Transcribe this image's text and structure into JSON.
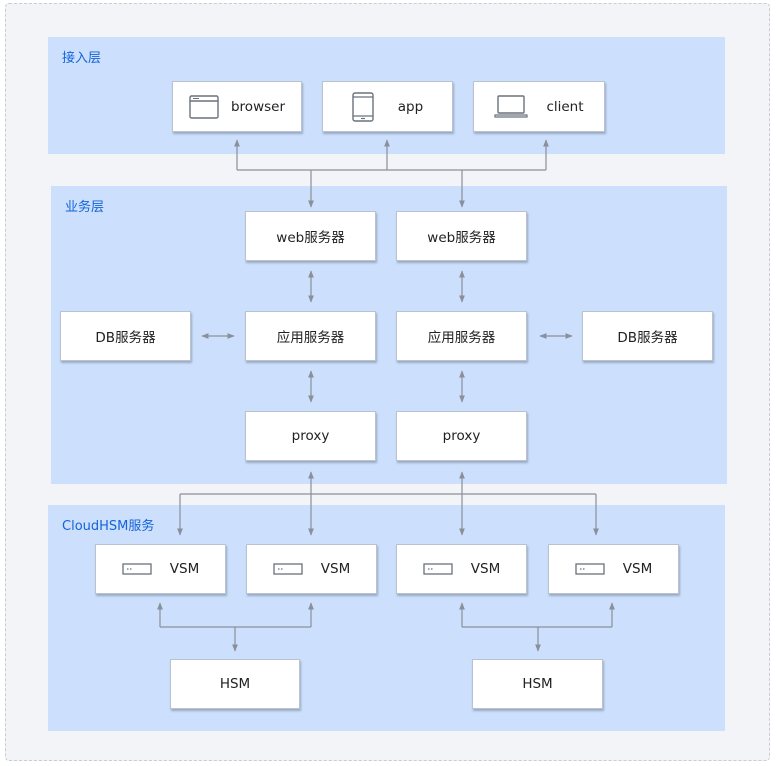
{
  "layers": {
    "access": "接入层",
    "business": "业务层",
    "cloudhsm": "CloudHSM服务"
  },
  "clients": {
    "browser": {
      "label": "browser",
      "icon": "browser-window-icon"
    },
    "app": {
      "label": "app",
      "icon": "mobile-phone-icon"
    },
    "client": {
      "label": "client",
      "icon": "laptop-icon"
    }
  },
  "business": {
    "web_left": "web服务器",
    "web_right": "web服务器",
    "app_left": "应用服务器",
    "app_right": "应用服务器",
    "db_left": "DB服务器",
    "db_right": "DB服务器",
    "proxy_left": "proxy",
    "proxy_right": "proxy"
  },
  "cloudhsm": {
    "vsm": [
      "VSM",
      "VSM",
      "VSM",
      "VSM"
    ],
    "vsm_icon": "hsm-card-icon",
    "hsm_left": "HSM",
    "hsm_right": "HSM"
  },
  "colors": {
    "layer_bg": "#cce0fd",
    "title": "#1563d8",
    "connector": "#8a8f99"
  }
}
